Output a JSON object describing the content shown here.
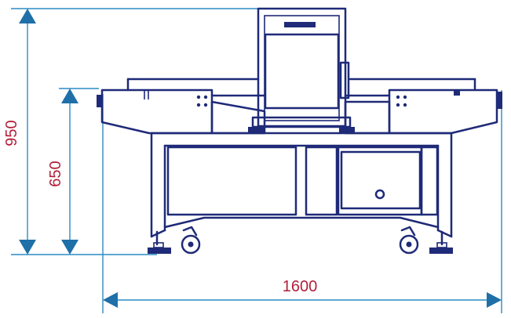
{
  "dimensions": {
    "overall_height": "950",
    "table_height": "650",
    "overall_length": "1600"
  },
  "colors": {
    "machine_outline": "#1f2a78",
    "dimension_lines": "#2a8bc4",
    "dimension_arrows": "#1f6fa8",
    "dimension_text": "#b21e3a"
  }
}
